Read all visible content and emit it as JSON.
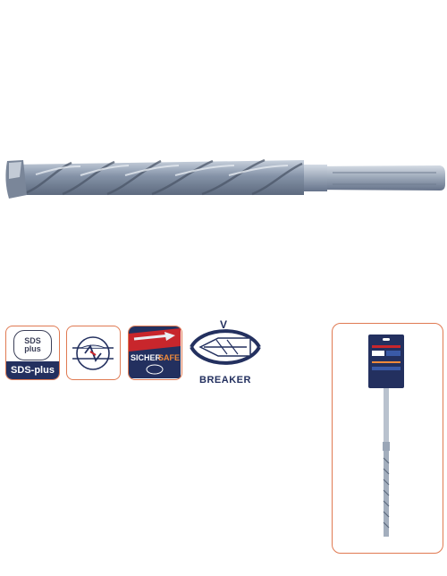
{
  "badges": {
    "sds": {
      "top": "SDS",
      "bottom": "plus",
      "bar": "SDS-plus"
    },
    "sichersafe": {
      "word_a": "SICHER",
      "word_b": "SAFE"
    },
    "breaker": {
      "label": "BREAKER",
      "letter": "V"
    }
  },
  "icons": {
    "drill_bit": "sds-plus-drill-bit",
    "cutting_head": "cross-section-icon",
    "safety": "sichersafe-icon",
    "breaker": "breaker-icon",
    "package": "package-icon"
  },
  "colors": {
    "accent_border": "#e07a52",
    "navy": "#23305f",
    "red": "#c8262c",
    "steel": "#8a98ad"
  }
}
